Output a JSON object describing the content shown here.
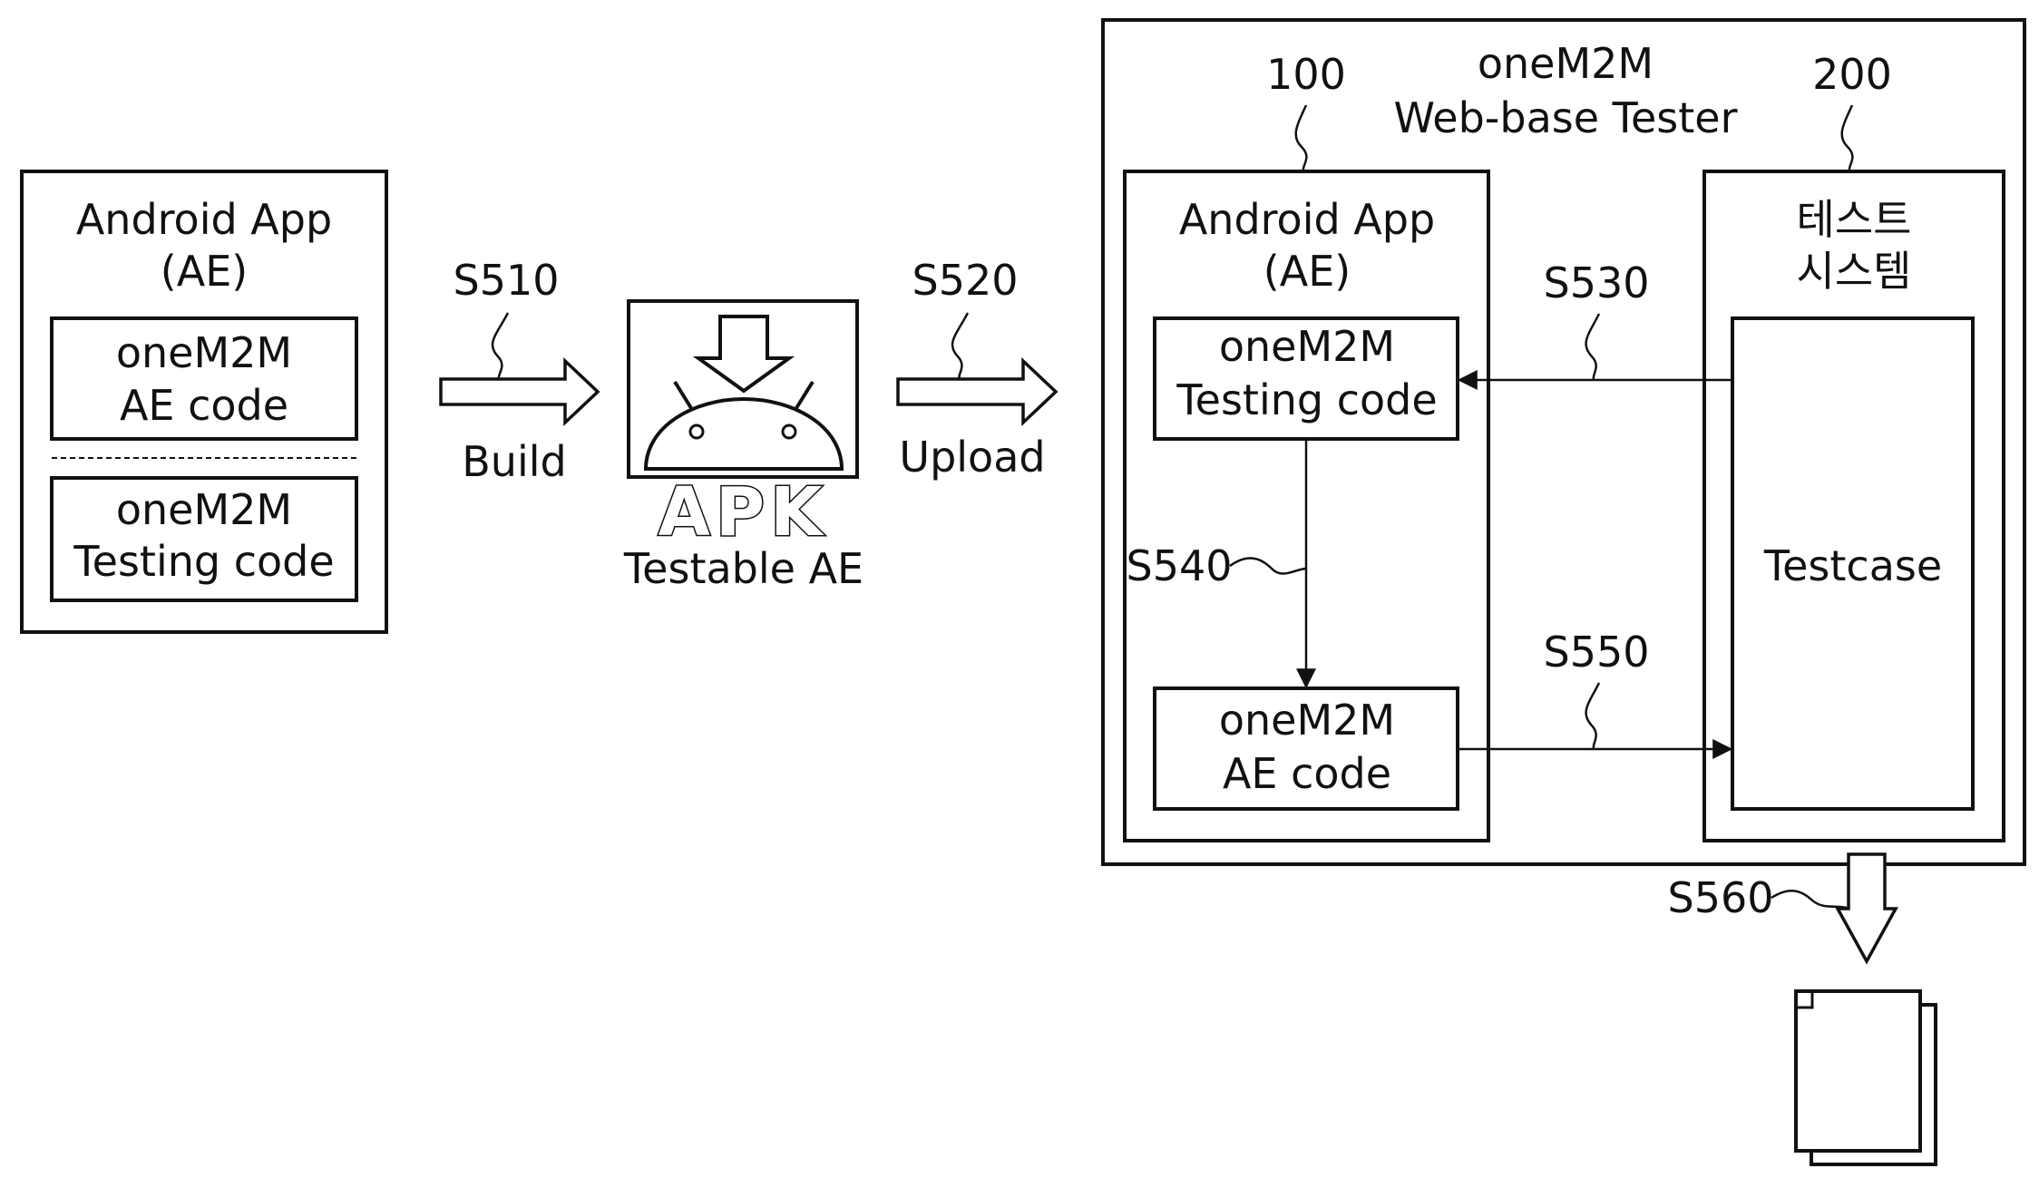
{
  "left_app": {
    "title_line1": "Android App",
    "title_line2": "(AE)",
    "ae_code": {
      "line1": "oneM2M",
      "line2": "AE code"
    },
    "testing_code": {
      "line1": "oneM2M",
      "line2": "Testing code"
    }
  },
  "build_step": {
    "ref": "S510",
    "label": "Build"
  },
  "apk": {
    "logo_text": "APK",
    "caption": "Testable AE"
  },
  "upload_step": {
    "ref": "S520",
    "label": "Upload"
  },
  "tester": {
    "title_line1": "oneM2M",
    "title_line2": "Web-base Tester",
    "app_ref": "100",
    "system_ref": "200",
    "app": {
      "title_line1": "Android App",
      "title_line2": "(AE)",
      "testing_code": {
        "line1": "oneM2M",
        "line2": "Testing code"
      },
      "ae_code": {
        "line1": "oneM2M",
        "line2": "AE code"
      }
    },
    "test_system": {
      "title_line1": "테스트",
      "title_line2": "시스템",
      "testcase": "Testcase"
    }
  },
  "steps": {
    "s530": "S530",
    "s540": "S540",
    "s550": "S550",
    "s560": "S560"
  },
  "icons": {
    "android": "android-robot-icon",
    "download": "download-arrow-icon",
    "report": "document-stack-icon"
  }
}
